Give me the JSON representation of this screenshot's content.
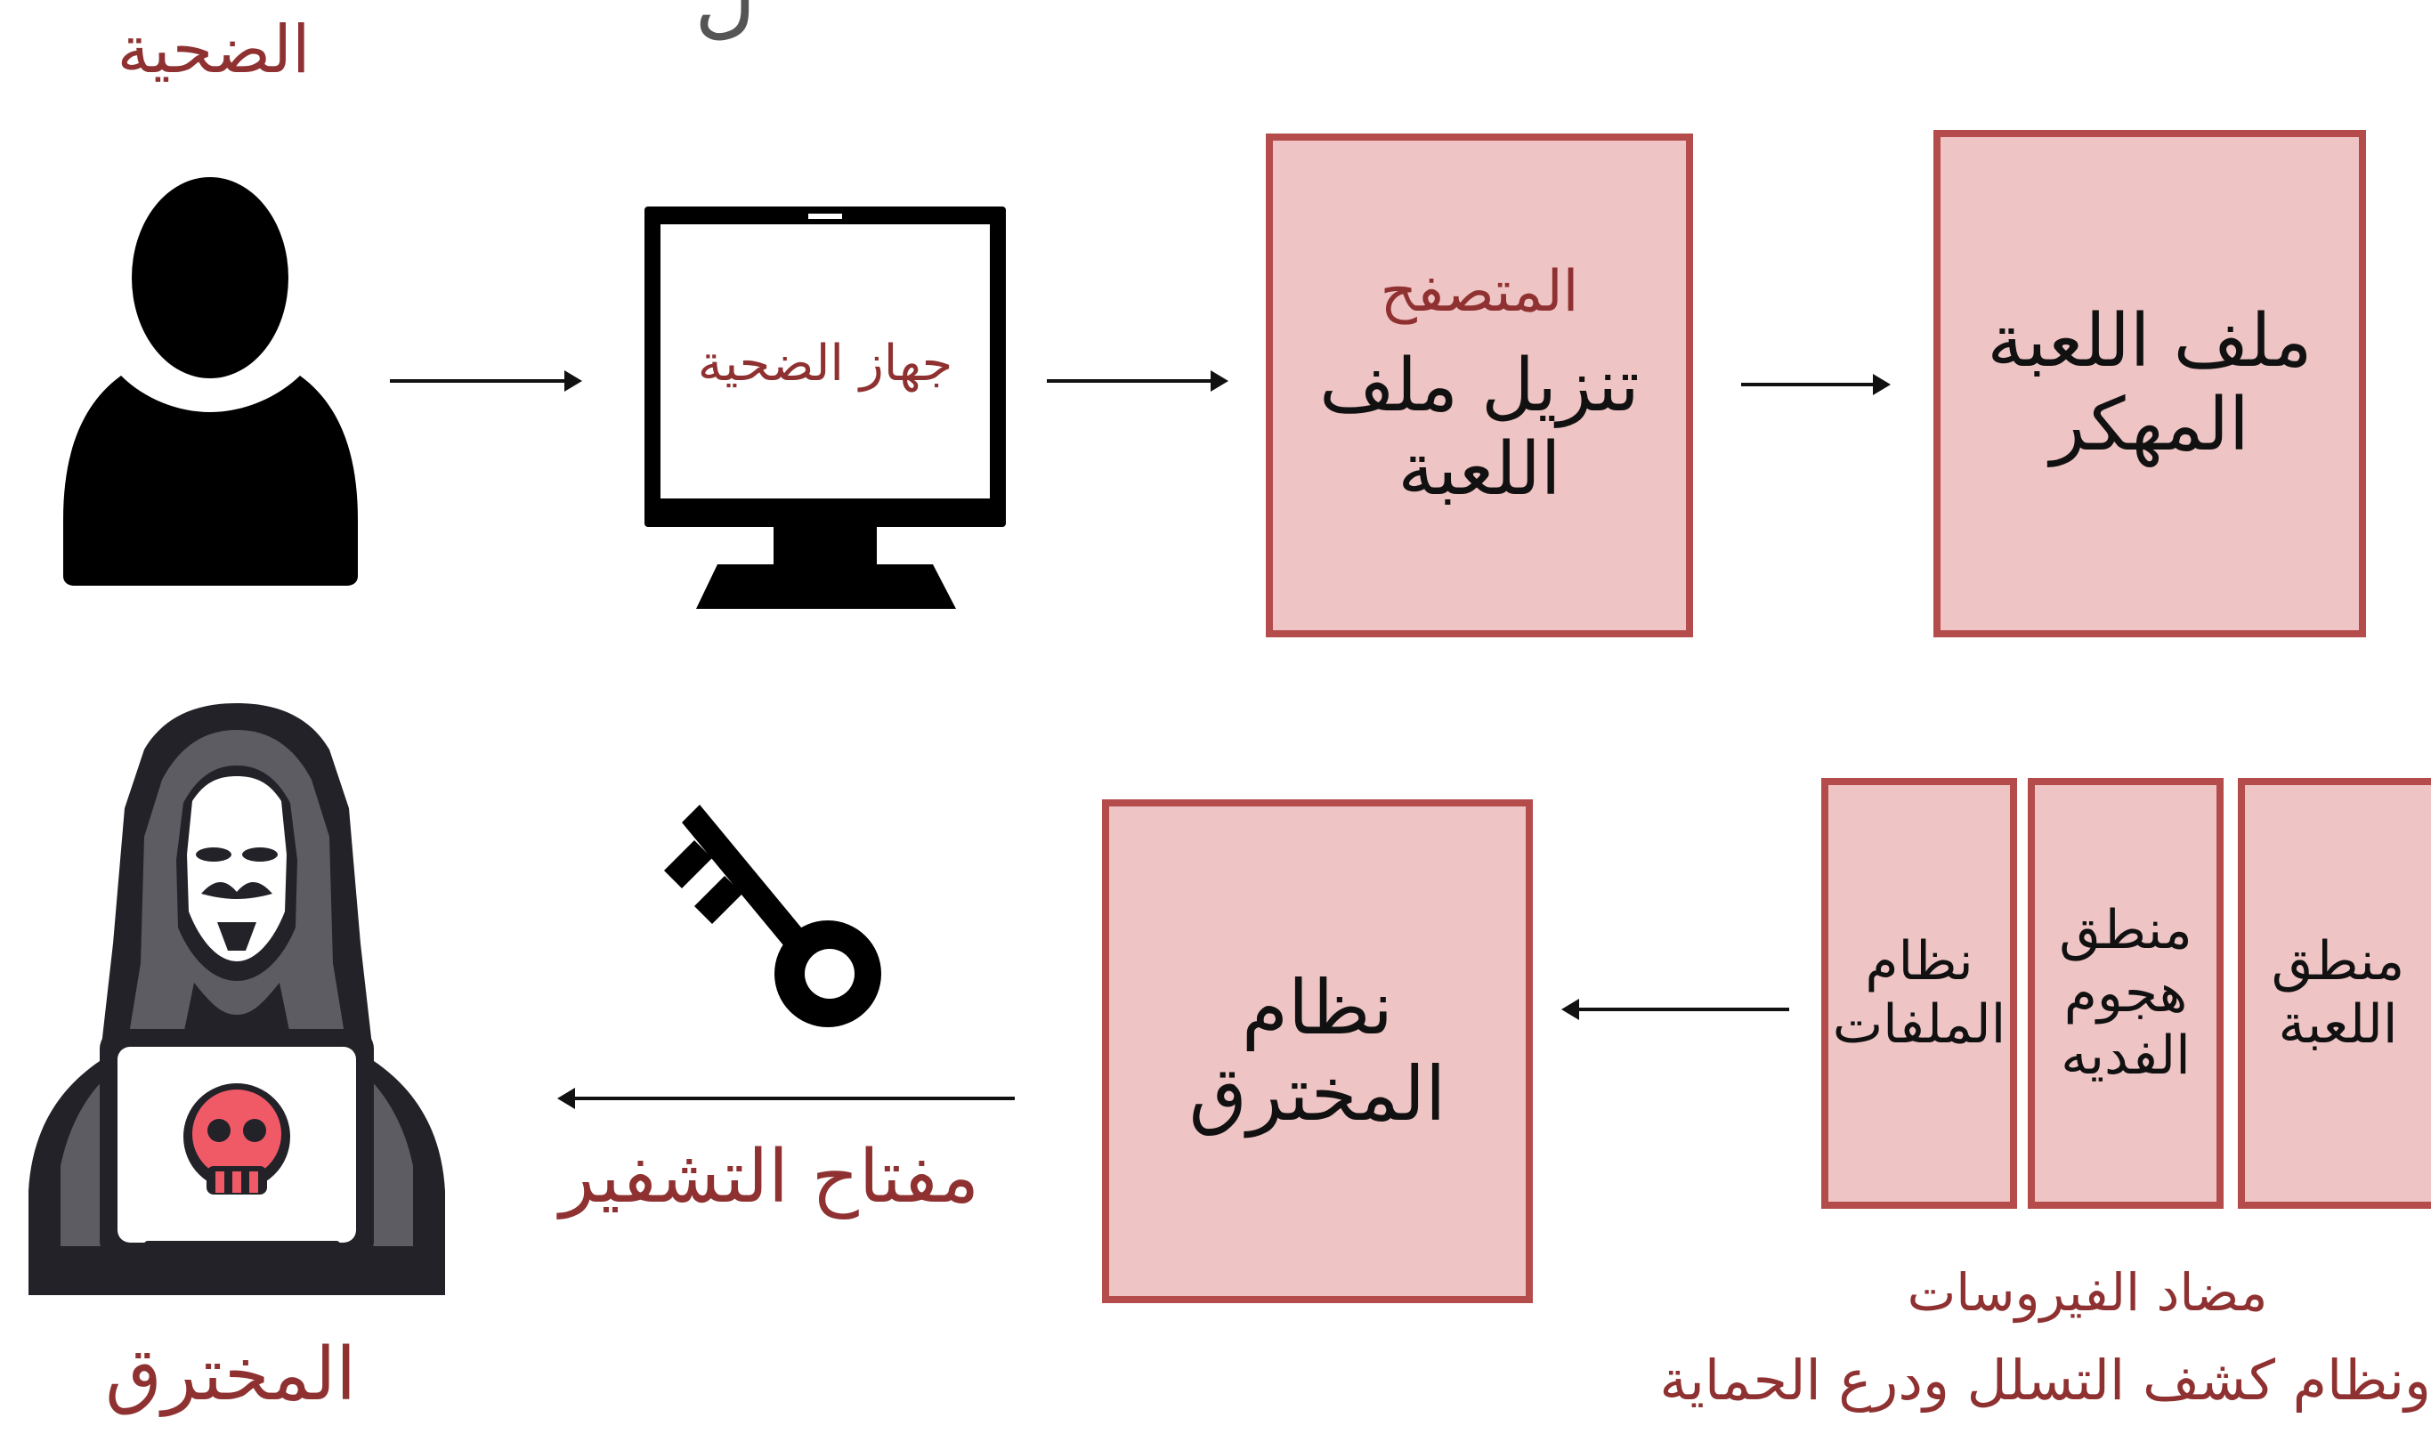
{
  "colors": {
    "box_fill": "#efc4c4",
    "box_border": "#b54c4c",
    "accent_text": "#8f3131",
    "text": "#111111",
    "hacker_gray": "#5d5c63",
    "skull": "#f05a67"
  },
  "top_cut_text": "ل",
  "labels": {
    "victim": "الضحية",
    "victim_device": "جهاز الضحية",
    "hacker": "المخترق",
    "encryption_key": "مفتاح التشفير",
    "antivirus_line1": "مضاد الفيروسات",
    "antivirus_line2": "ونظام كشف التسلل ودرع الحماية"
  },
  "boxes": {
    "browser": {
      "title": "المتصفح",
      "line1": "تنزيل ملف",
      "line2": "اللعبة"
    },
    "hacked_game_file": {
      "line1": "ملف اللعبة",
      "line2": "المهكر"
    },
    "hacked_system": {
      "label": "نظام المخترق"
    },
    "file_system": {
      "line1": "نظام",
      "line2": "الملفات"
    },
    "ransom_attack_logic": {
      "line1": "منطق",
      "line2": "هجوم",
      "line3": "الفديه"
    },
    "game_logic": {
      "line1": "منطق",
      "line2": "اللعبة"
    }
  },
  "icons": {
    "victim": "person-icon",
    "device": "monitor-icon",
    "key": "key-icon",
    "hacker": "hooded-hacker-laptop-icon",
    "skull": "skull-icon"
  }
}
